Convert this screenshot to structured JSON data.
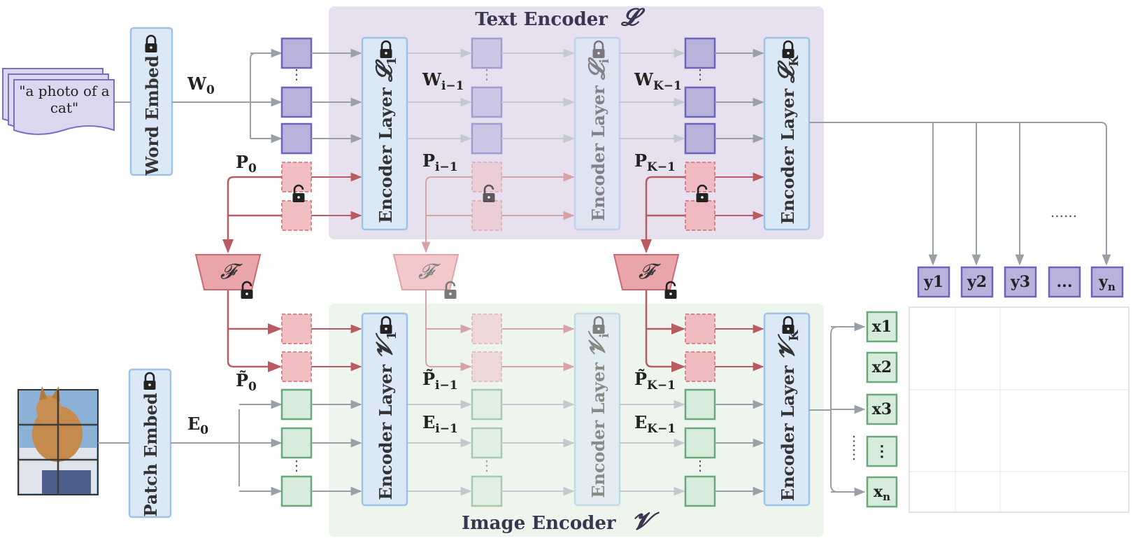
{
  "text_encoder_title": "Text Encoder",
  "text_encoder_symbol": "𝓛",
  "image_encoder_title": "Image Encoder",
  "image_encoder_symbol": "𝓥",
  "word_embed": "Word Embed",
  "patch_embed": "Patch Embed",
  "caption": "\"a photo of a cat\"",
  "labels": {
    "w0": "W",
    "w0_sub": "0",
    "wi": "W",
    "wi_sub": "i−1",
    "wk": "W",
    "wk_sub": "K−1",
    "p0": "P",
    "p0_sub": "0",
    "pi": "P",
    "pi_sub": "i−1",
    "pk": "P",
    "pk_sub": "K−1",
    "pt0": "P̃",
    "pt0_sub": "0",
    "pti": "P̃",
    "pti_sub": "i−1",
    "ptk": "P̃",
    "ptk_sub": "K−1",
    "e0": "E",
    "e0_sub": "0",
    "ei": "E",
    "ei_sub": "i−1",
    "ek": "E",
    "ek_sub": "K−1"
  },
  "text_layers": [
    {
      "prefix": "Encoder Layer ",
      "sym": "𝓛",
      "sub": "1"
    },
    {
      "prefix": "Encoder Layer ",
      "sym": "𝓛",
      "sub": "i"
    },
    {
      "prefix": "Encoder Layer ",
      "sym": "𝓛",
      "sub": "K"
    }
  ],
  "image_layers": [
    {
      "prefix": "Encoder Layer ",
      "sym": "𝓥",
      "sub": "1"
    },
    {
      "prefix": "Encoder Layer ",
      "sym": "𝓥",
      "sub": "i"
    },
    {
      "prefix": "Encoder Layer ",
      "sym": "𝓥",
      "sub": "K"
    }
  ],
  "coupling_symbol": "𝓕",
  "y_outputs": [
    "y1",
    "y2",
    "y3",
    "...",
    "y"
  ],
  "y_last_sub": "n",
  "x_outputs": [
    "x1",
    "x2",
    "x3",
    "⋮",
    "x"
  ],
  "x_last_sub": "n",
  "ellipsis_h": "......",
  "ellipsis_v": "⋮",
  "colors": {
    "text_bg": "#e6e0ef",
    "image_bg": "#eef5ec",
    "layer_fill": "#dbe8f6",
    "layer_stroke": "#9fc3e6",
    "word_token_fill": "#b7b3dd",
    "word_token_stroke": "#6e63b8",
    "prompt_fill": "#f0b8bc",
    "prompt_stroke": "#d67a82",
    "img_token_fill": "#d6ebd9",
    "img_token_stroke": "#6aa77a",
    "arrow_gray": "#9aa0a8",
    "arrow_red": "#b85c62",
    "f_fill": "#eaa5aa",
    "f_stroke": "#c96a72"
  }
}
